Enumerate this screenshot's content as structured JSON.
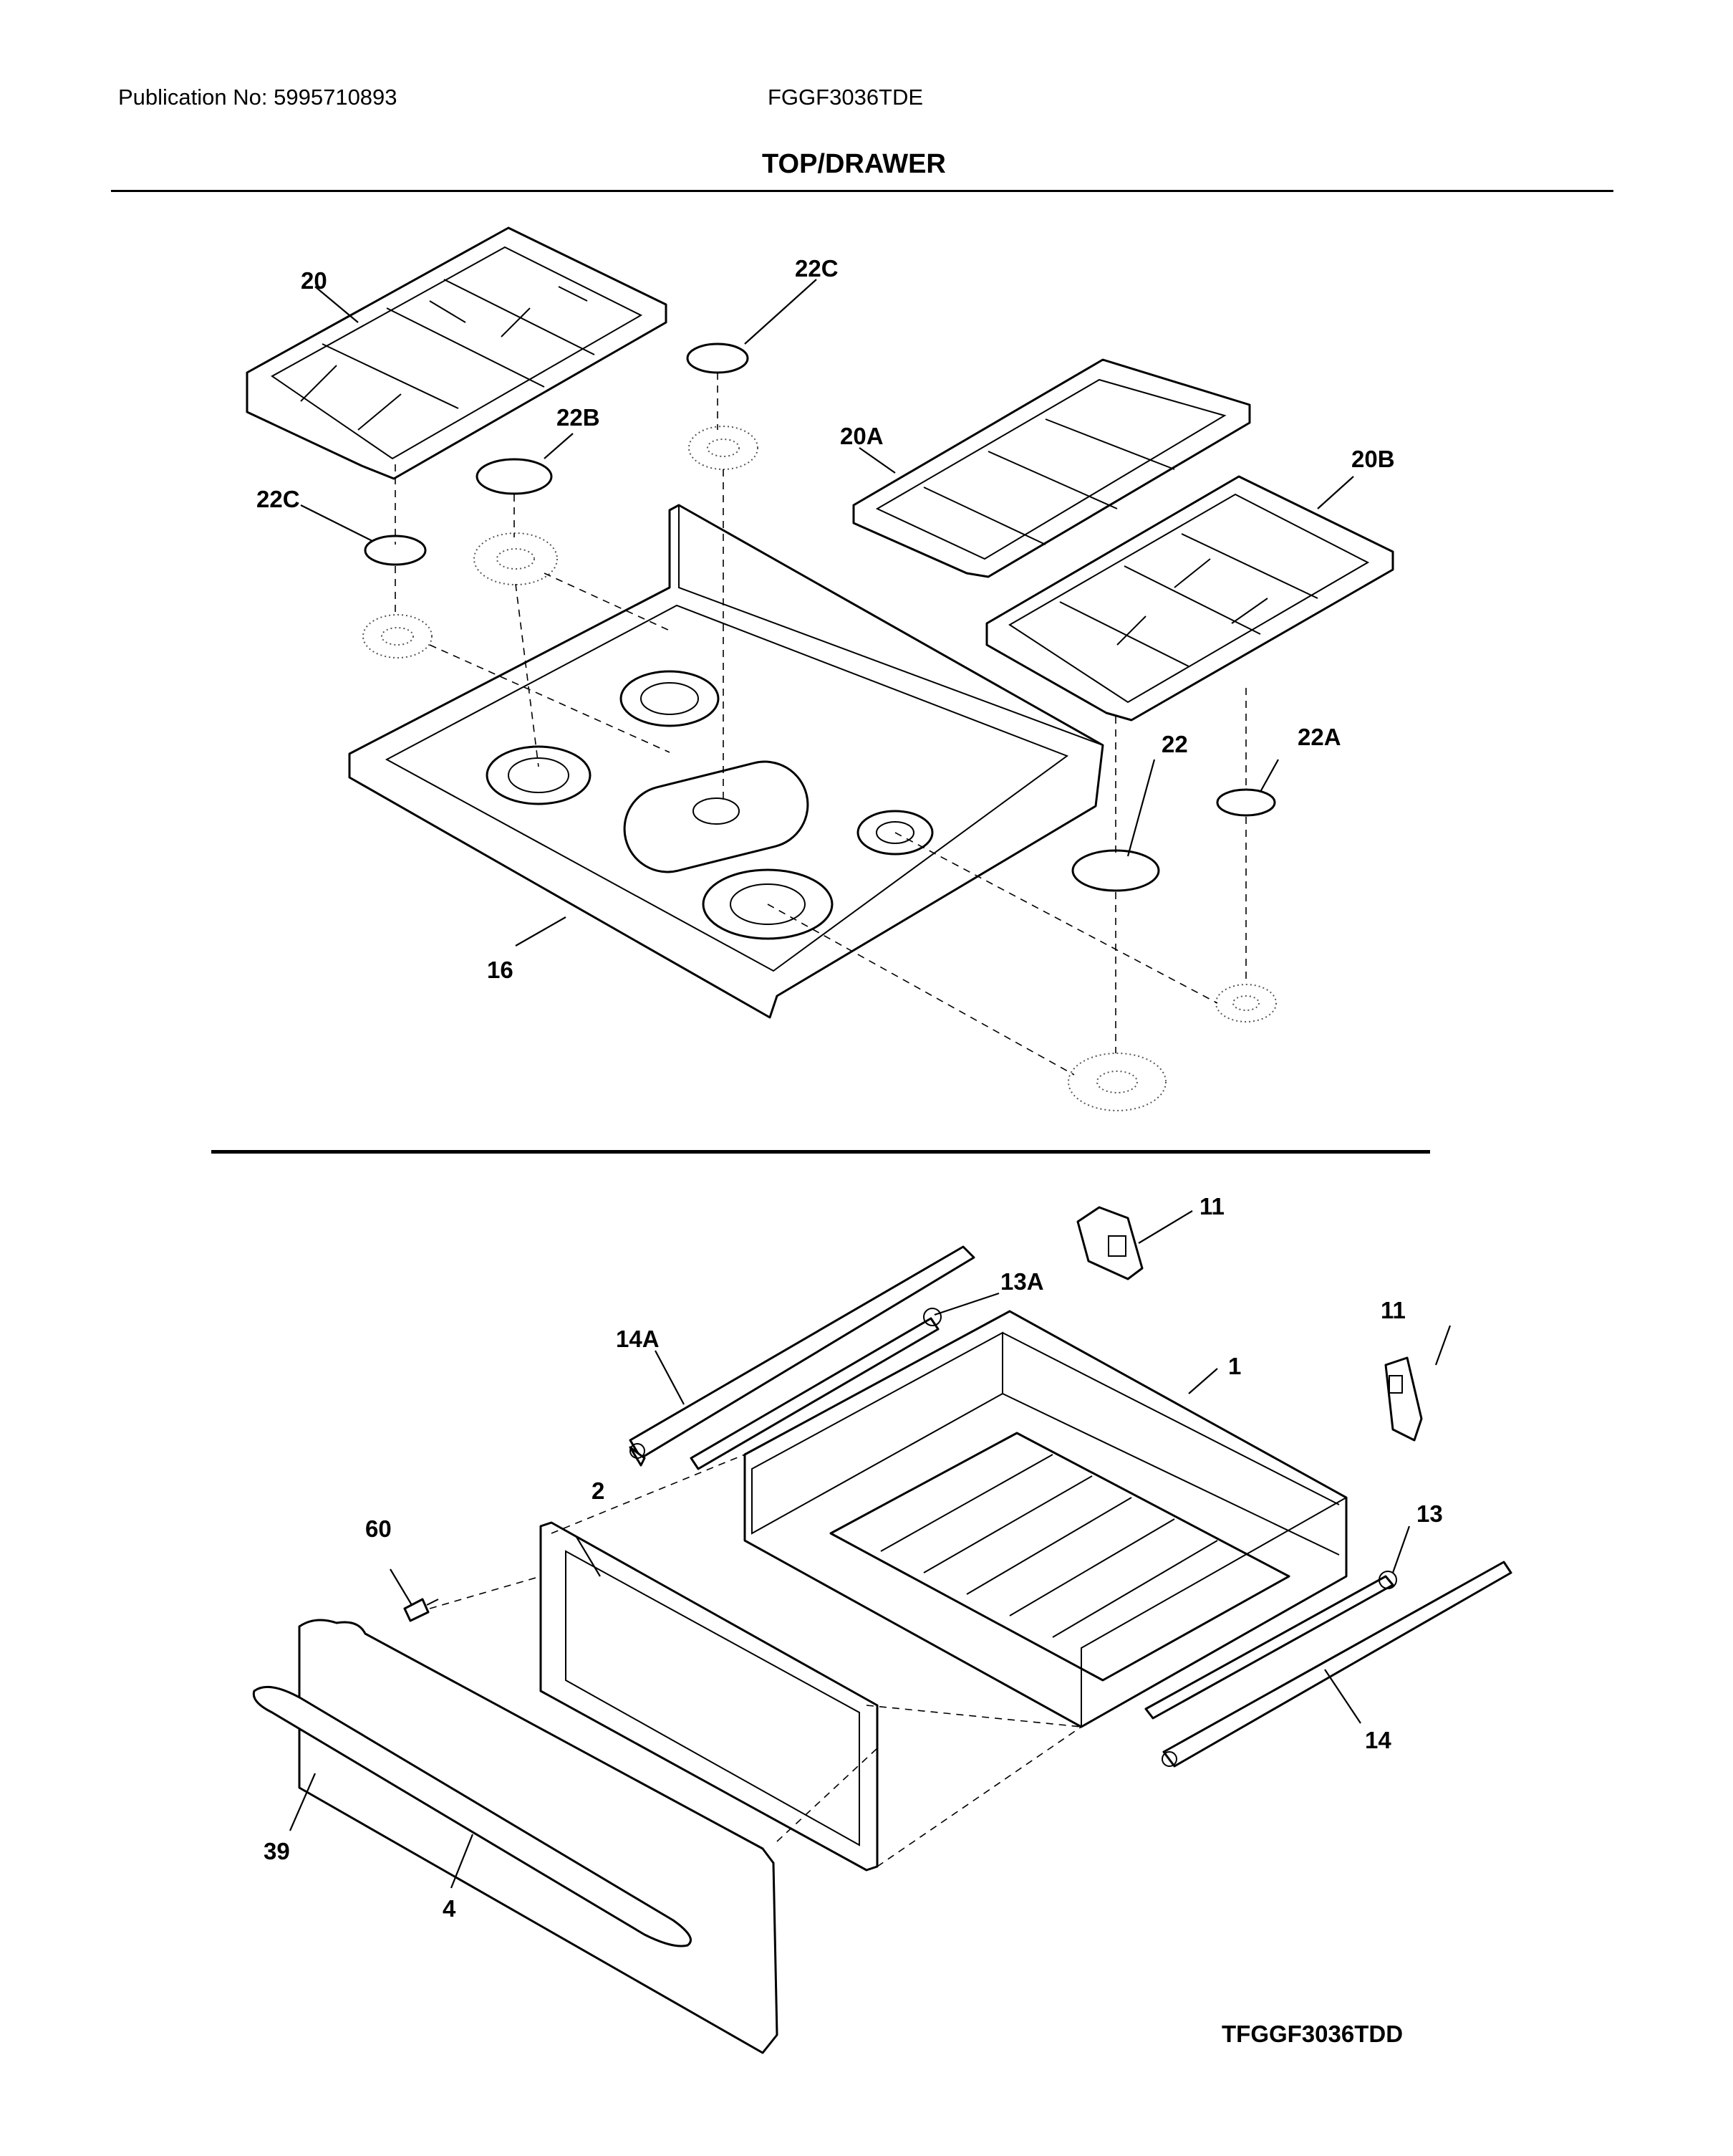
{
  "header": {
    "publication": "Publication No: 5995710893",
    "model": "FGGF3036TDE",
    "section_title": "TOP/DRAWER"
  },
  "footer": {
    "drawing_code": "TFGGF3036TDD"
  },
  "callouts": {
    "c20": "20",
    "c22c_top": "22C",
    "c22b": "22B",
    "c22c_left": "22C",
    "c20a": "20A",
    "c20b": "20B",
    "c22": "22",
    "c22a": "22A",
    "c16": "16",
    "c11_top": "11",
    "c13a": "13A",
    "c14a": "14A",
    "c11_right": "11",
    "c1": "1",
    "c2": "2",
    "c60": "60",
    "c13": "13",
    "c14": "14",
    "c39": "39",
    "c4": "4"
  }
}
